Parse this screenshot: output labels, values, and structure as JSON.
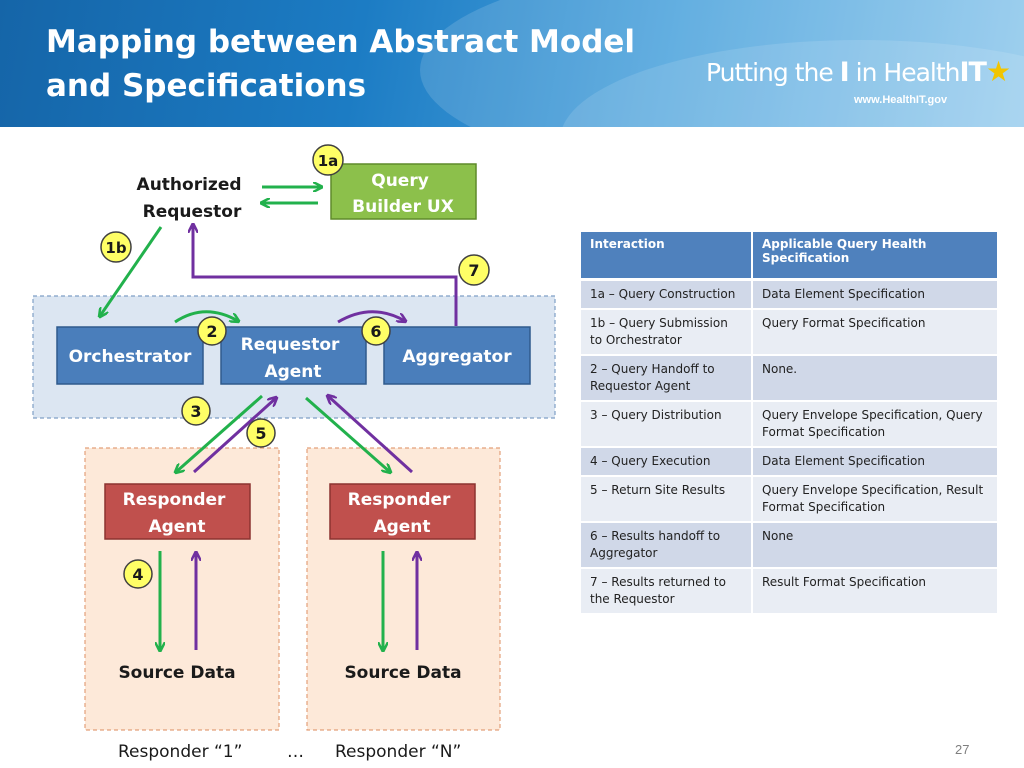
{
  "title": {
    "line1": "Mapping between Abstract Model",
    "line2": "and Specifications"
  },
  "logo": {
    "text_prefix": "Putting the ",
    "text_i": "I",
    "text_in": " in ",
    "text_health": "Health",
    "text_it": "IT",
    "url": "www.HealthIT.gov"
  },
  "diagram": {
    "authorized_requestor": [
      "Authorized",
      "Requestor"
    ],
    "query_builder": [
      "Query",
      "Builder UX"
    ],
    "orchestrator": "Orchestrator",
    "requestor_agent": [
      "Requestor",
      "Agent"
    ],
    "aggregator": "Aggregator",
    "responder_agent": [
      "Responder",
      "Agent"
    ],
    "source_data": "Source Data",
    "responder_1": "Responder “1”",
    "ellipsis": "…",
    "responder_n": "Responder “N”",
    "steps": {
      "s1a": "1a",
      "s1b": "1b",
      "s2": "2",
      "s3": "3",
      "s4": "4",
      "s5": "5",
      "s6": "6",
      "s7": "7"
    },
    "colors": {
      "green_box": "#8cc04b",
      "blue_box": "#4a7ebb",
      "red_box": "#c0504d",
      "badge": "#ffff66",
      "green_arrow": "#22b14c",
      "purple_arrow": "#7030a0"
    }
  },
  "table": {
    "headers": [
      "Interaction",
      "Applicable Query Health Specification"
    ],
    "rows": [
      [
        "1a – Query Construction",
        "Data Element Specification"
      ],
      [
        "1b – Query Submission to Orchestrator",
        "Query Format Specification"
      ],
      [
        "2 – Query Handoff to Requestor Agent",
        "None."
      ],
      [
        "3 – Query Distribution",
        "Query Envelope Specification, Query Format Specification"
      ],
      [
        "4 – Query Execution",
        "Data Element Specification"
      ],
      [
        "5 – Return Site Results",
        "Query Envelope Specification, Result Format Specification"
      ],
      [
        "6 – Results handoff to Aggregator",
        "None"
      ],
      [
        "7 – Results returned to the Requestor",
        "Result Format Specification"
      ]
    ]
  },
  "page_number": "27"
}
